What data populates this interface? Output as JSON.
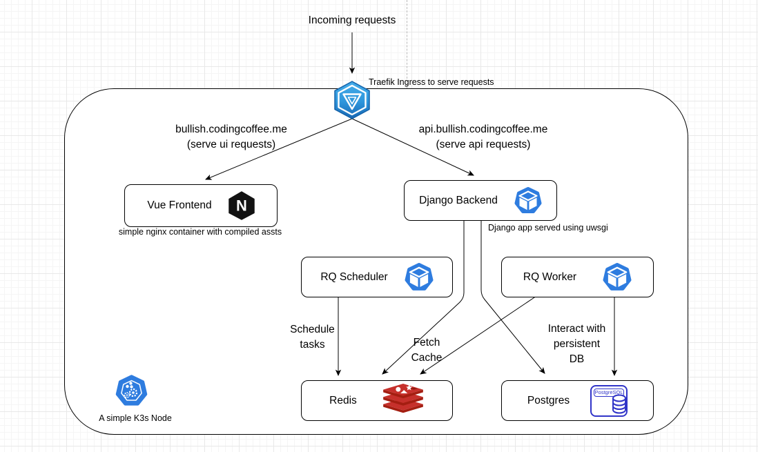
{
  "diagram": {
    "top": {
      "incoming_label": "Incoming requests",
      "ingress_caption": "Traefik Ingress to serve requests"
    },
    "routes": {
      "ui": {
        "host": "bullish.codingcoffee.me",
        "note": "(serve ui requests)"
      },
      "api": {
        "host": "api.bullish.codingcoffee.me",
        "note": "(serve api requests)"
      }
    },
    "nodes": {
      "vue": {
        "label": "Vue Frontend",
        "caption": "simple nginx container with compiled assts",
        "icon": "nginx-icon"
      },
      "django": {
        "label": "Django Backend",
        "caption": "Django app served using uwsgi",
        "icon": "container-cube-icon"
      },
      "rq_scheduler": {
        "label": "RQ Scheduler",
        "icon": "container-cube-icon"
      },
      "rq_worker": {
        "label": "RQ Worker",
        "icon": "container-cube-icon"
      },
      "redis": {
        "label": "Redis",
        "icon": "redis-icon"
      },
      "postgres": {
        "label": "Postgres",
        "icon": "postgresql-icon",
        "icon_text": "PostgreSQL"
      },
      "k3s": {
        "caption": "A simple K3s Node",
        "icon": "k3s-node-icon"
      },
      "traefik": {
        "icon": "traefik-ingress-icon"
      }
    },
    "edge_labels": {
      "schedule": [
        "Schedule",
        "tasks"
      ],
      "fetch": [
        "Fetch",
        "Cache"
      ],
      "interact": [
        "Interact with",
        "persistent",
        "DB"
      ]
    },
    "colors": {
      "container_blue": "#2E7CDF",
      "traefik_light": "#45ACE9",
      "traefik_dark": "#1766B2",
      "redis_red": "#C6302B",
      "redis_dark": "#A41E11",
      "postgres_blue": "#3034C8",
      "nginx_black": "#121212",
      "stroke": "#000000"
    }
  }
}
